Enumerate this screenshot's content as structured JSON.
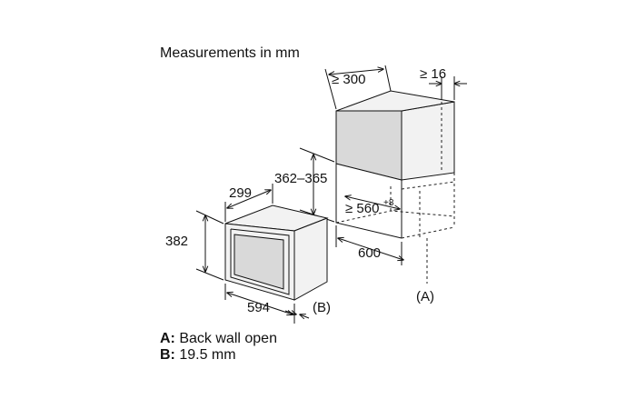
{
  "title": "Measurements in mm",
  "dimensions": {
    "niche_depth_top": "≥ 300",
    "rear_gap": "≥ 16",
    "niche_height": "362–365",
    "niche_width": "≥ 560",
    "niche_width_tolerance": "+8",
    "niche_depth": "600",
    "appliance_depth": "299",
    "appliance_height": "382",
    "appliance_width": "594"
  },
  "markers": {
    "a_label": "(A)",
    "b_label": "(B)"
  },
  "legend": [
    {
      "key": "A:",
      "text": "Back wall open"
    },
    {
      "key": "B:",
      "text": "19.5 mm"
    }
  ]
}
